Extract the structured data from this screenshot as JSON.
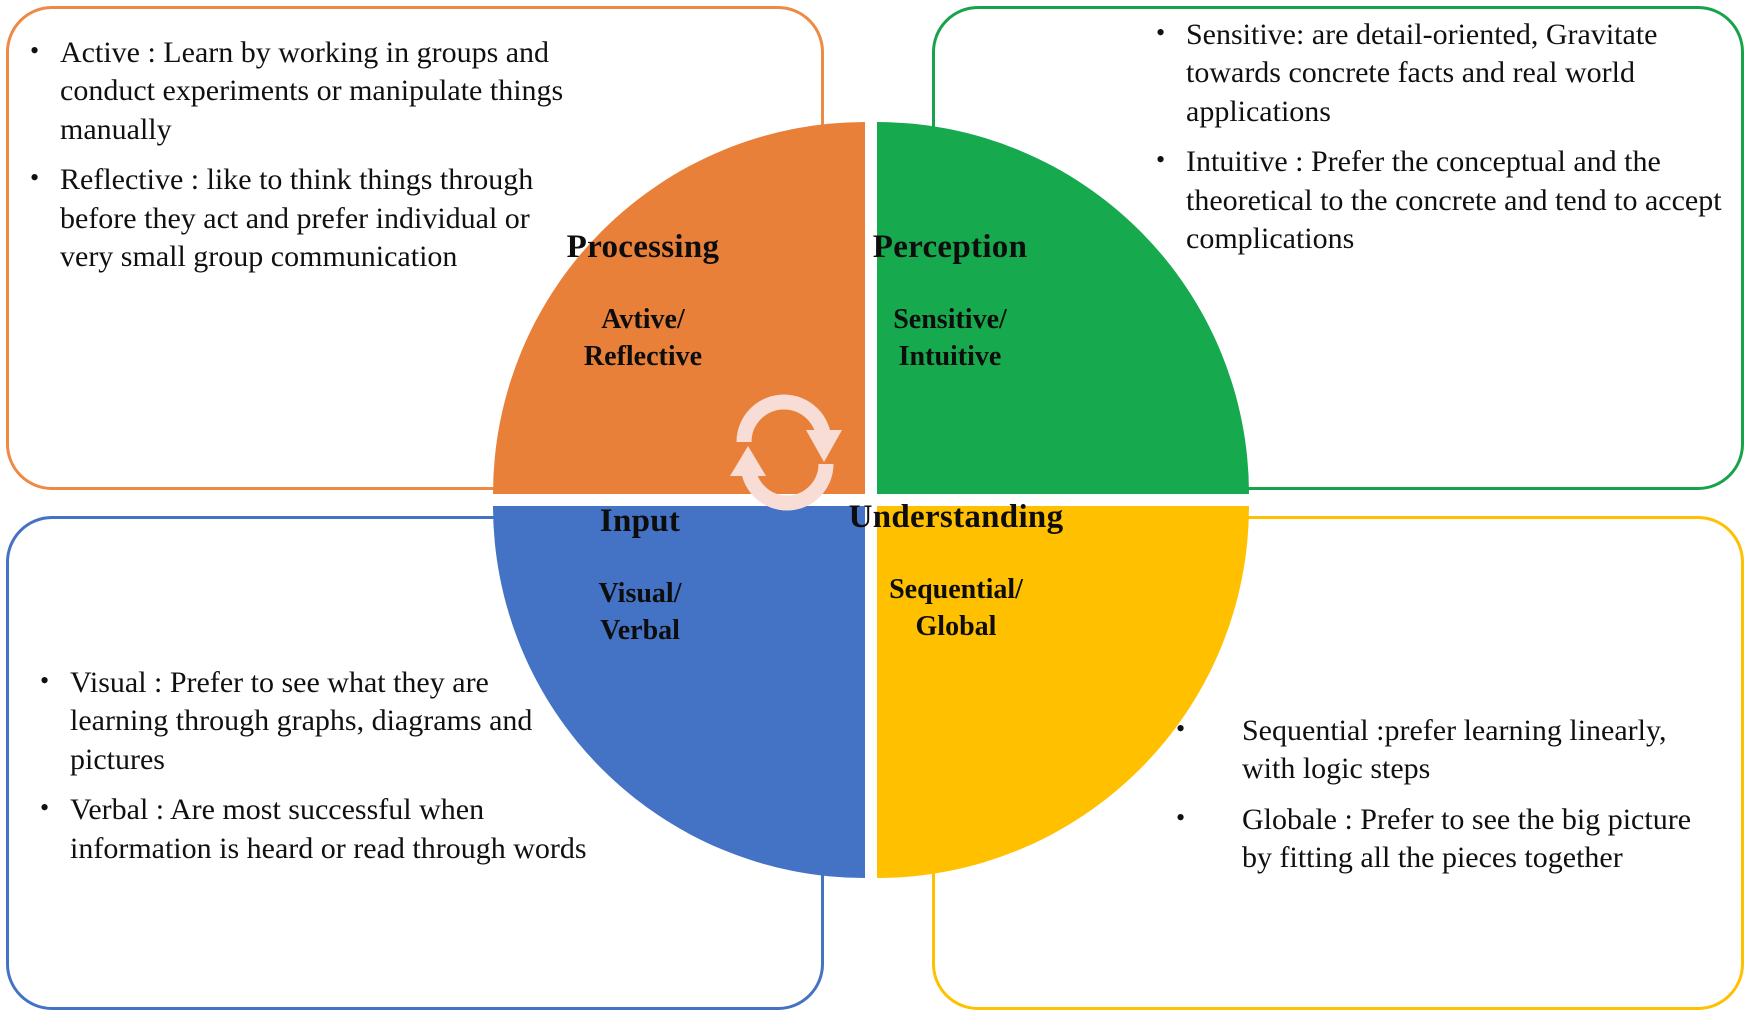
{
  "figure": {
    "kind": "four-quadrant-cycle-diagram",
    "colors": {
      "processing_orange": "#E8803A",
      "perception_green": "#16A94D",
      "input_blue": "#4472C4",
      "understanding_yellow": "#FFC000",
      "arrow_pink": "#F7DDD6",
      "text_black": "#101010"
    }
  },
  "quadrants": [
    {
      "id": "processing",
      "position": "top-left",
      "color": "#E8803A",
      "title": "Processing",
      "subtitle_line1": "Avtive/",
      "subtitle_line2": "Reflective",
      "box_border": "#ED8B45",
      "bullets": [
        "Active : Learn by working in groups and conduct experiments or manipulate things manually",
        "Reflective : like to think things through before they act and prefer individual or very small group communication"
      ]
    },
    {
      "id": "perception",
      "position": "top-right",
      "color": "#16A94D",
      "title": "Perception",
      "subtitle_line1": "Sensitive/",
      "subtitle_line2": "Intuitive",
      "box_border": "#18A24A",
      "bullets": [
        "Sensitive: are detail-oriented, Gravitate towards concrete facts and real world applications",
        "Intuitive : Prefer the conceptual and the theoretical to the concrete and tend to accept complications"
      ]
    },
    {
      "id": "input",
      "position": "bottom-left",
      "color": "#4472C4",
      "title": "Input",
      "subtitle_line1": "Visual/",
      "subtitle_line2": "Verbal",
      "box_border": "#4472C4",
      "bullets": [
        "Visual : Prefer to see what they are learning through graphs, diagrams and pictures",
        "Verbal : Are most successful when information is heard or read through words"
      ]
    },
    {
      "id": "understanding",
      "position": "bottom-right",
      "color": "#FFC000",
      "title": "Understanding",
      "subtitle_line1": "Sequential/",
      "subtitle_line2": "Global",
      "box_border": "#FFC000",
      "bullets": [
        "Sequential :prefer learning linearly, with logic steps",
        "Globale : Prefer to see the big picture by fitting all the pieces together"
      ]
    }
  ],
  "arrows": [
    {
      "name": "cycle-arrow-top",
      "from": "processing",
      "to": "perception",
      "style": "curved",
      "color": "#F7DDD6"
    },
    {
      "name": "cycle-arrow-bottom",
      "from": "understanding",
      "to": "input",
      "style": "curved",
      "color": "#F7DDD6"
    }
  ]
}
